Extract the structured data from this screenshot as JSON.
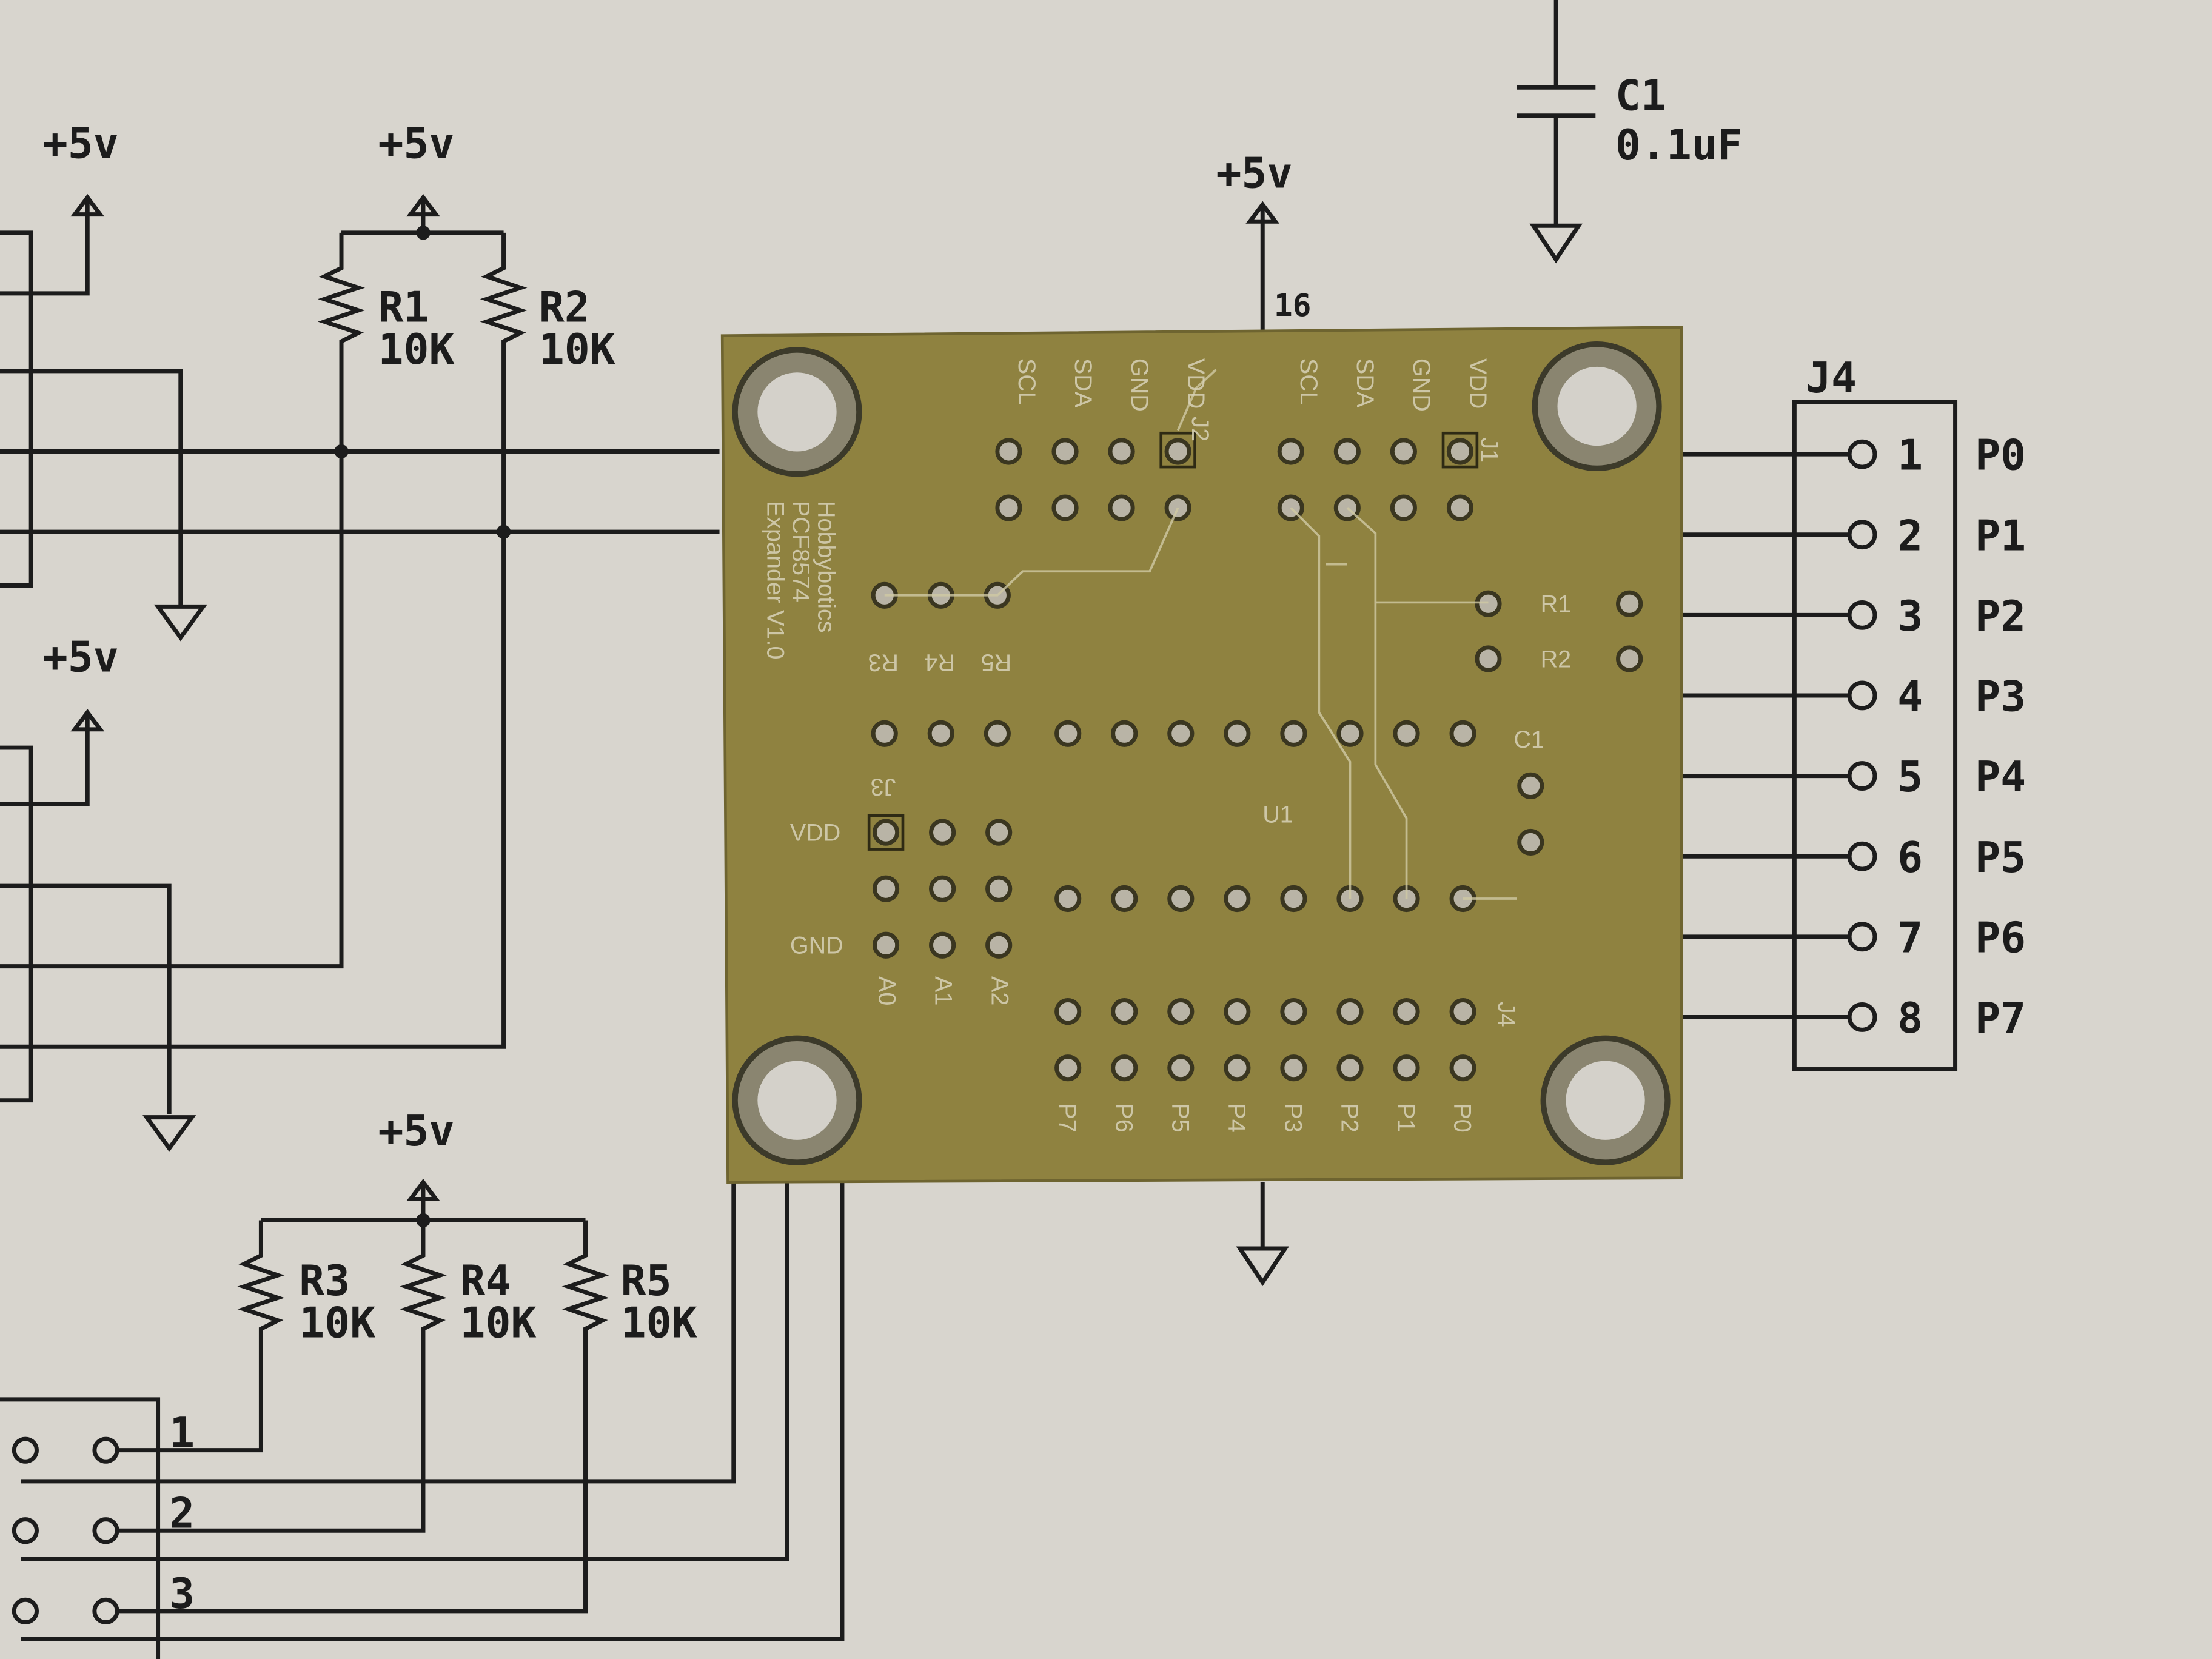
{
  "schematic": {
    "supply_label": "+5v",
    "resistors": [
      {
        "ref": "R1",
        "value": "10K"
      },
      {
        "ref": "R2",
        "value": "10K"
      },
      {
        "ref": "R3",
        "value": "10K"
      },
      {
        "ref": "R4",
        "value": "10K"
      },
      {
        "ref": "R5",
        "value": "10K"
      }
    ],
    "capacitor": {
      "ref": "C1",
      "value": "0.1uF"
    },
    "ic_pin_label": "16",
    "connector": {
      "ref": "J4",
      "pins": [
        {
          "num": "1",
          "name": "P0"
        },
        {
          "num": "2",
          "name": "P1"
        },
        {
          "num": "3",
          "name": "P2"
        },
        {
          "num": "4",
          "name": "P3"
        },
        {
          "num": "5",
          "name": "P4"
        },
        {
          "num": "6",
          "name": "P5"
        },
        {
          "num": "7",
          "name": "P6"
        },
        {
          "num": "8",
          "name": "P7"
        }
      ]
    },
    "address_jumper_nums": [
      "1",
      "2",
      "3"
    ]
  },
  "pcb": {
    "title_lines": [
      "Hobbybotics",
      "PCF8574",
      "Expander V1.0"
    ],
    "j2": {
      "ref": "J2",
      "pins": [
        "SCL",
        "SDA",
        "GND",
        "VDD"
      ]
    },
    "j1": {
      "ref": "J1",
      "pins": [
        "SCL",
        "SDA",
        "GND",
        "VDD"
      ]
    },
    "refs": {
      "r1": "R1",
      "r2": "R2",
      "r3": "R3",
      "r4": "R4",
      "r5": "R5",
      "c1": "C1",
      "u1": "U1",
      "j3": "J3",
      "j4": "J4"
    },
    "j3_labels": {
      "vdd": "VDD",
      "gnd": "GND",
      "a": [
        "A0",
        "A1",
        "A2"
      ]
    },
    "j4_labels": [
      "P7",
      "P6",
      "P5",
      "P4",
      "P3",
      "P2",
      "P1",
      "P0"
    ]
  }
}
